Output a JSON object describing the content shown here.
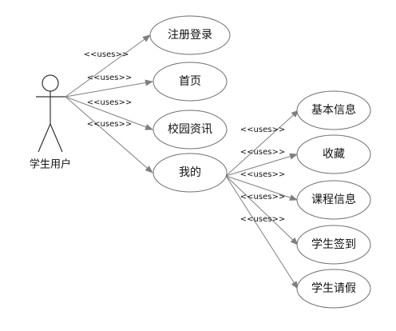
{
  "actor": {
    "label": "学生用户"
  },
  "use_cases": {
    "register_login": "注册登录",
    "home": "首页",
    "campus_news": "校园资讯",
    "mine": "我的",
    "basic_info": "基本信息",
    "favorites": "收藏",
    "course_info": "课程信息",
    "check_in": "学生签到",
    "leave": "学生请假"
  },
  "relations": {
    "uses": "<<uses>>"
  }
}
